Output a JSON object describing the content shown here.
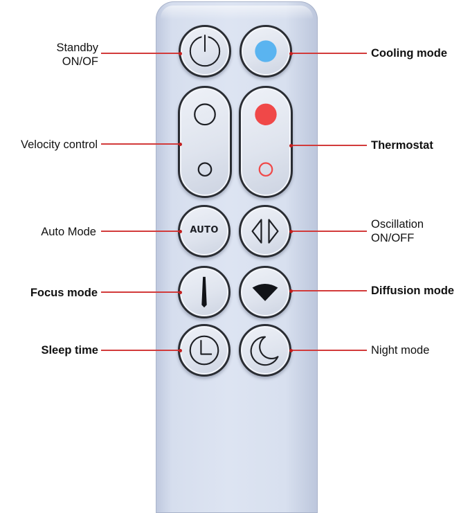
{
  "labels": {
    "standby_line1": "Standby",
    "standby_line2": "ON/OF",
    "cooling": "Cooling mode",
    "velocity": "Velocity control",
    "thermostat": "Thermostat",
    "auto": "Auto Mode",
    "oscillation_line1": "Oscillation",
    "oscillation_line2": "ON/OFF",
    "focus": "Focus mode",
    "diffusion": "Diffusion mode",
    "sleep": "Sleep time",
    "night": "Night mode"
  },
  "buttons": {
    "auto_text": "AUTO"
  },
  "colors": {
    "callout_line": "#d23a3a",
    "cooling_dot": "#5ab4f0",
    "thermostat_dot": "#f04848",
    "remote_body": "#dde4f2"
  },
  "icons": {
    "standby": "power-icon",
    "cooling": "blue-dot-icon",
    "velocity_up": "large-circle-icon",
    "velocity_down": "small-circle-icon",
    "thermo_up": "red-dot-icon",
    "thermo_down": "red-ring-icon",
    "oscillation": "oscillation-arrows-icon",
    "focus": "focus-wedge-icon",
    "diffusion": "diffusion-fan-icon",
    "sleep": "clock-icon",
    "night": "moon-icon"
  }
}
